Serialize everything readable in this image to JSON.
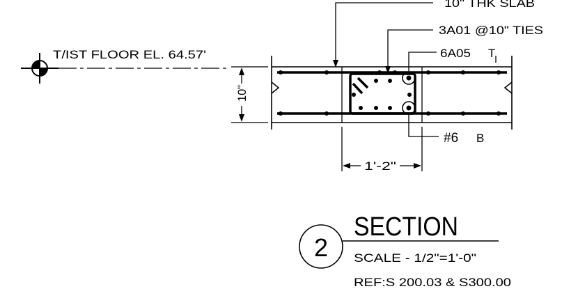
{
  "elevation": {
    "label": "T/IST FLOOR EL. 64.57'"
  },
  "callouts": {
    "slab": "10\" THK SLAB",
    "ties": "3A01 @10\" TIES",
    "top_bars": "6A05",
    "top_suffix": "T",
    "bottom_bars": "#6",
    "bottom_suffix": "B"
  },
  "dimensions": {
    "slab_thickness": "10\"",
    "beam_width": "1'-2\""
  },
  "title_block": {
    "number": "2",
    "title": "SECTION",
    "scale": "SCALE - 1/2\"=1'-0\"",
    "reference": "REF:S 200.03 & S300.00"
  },
  "colors": {
    "ink": "#000000",
    "background": "#ffffff"
  }
}
